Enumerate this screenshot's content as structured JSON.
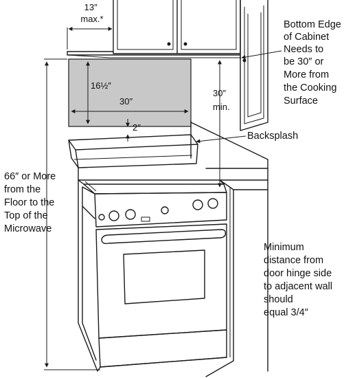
{
  "labels": {
    "top_clearance": [
      "13″",
      "max.*"
    ],
    "backsplash_panel_height": "16½″",
    "backsplash_panel_width": "30″",
    "gap": "2″",
    "cabinet_clearance": [
      "30″",
      "min."
    ],
    "cabinet_note": [
      "Bottom Edge",
      "of Cabinet",
      "Needs to",
      "be 30″ or",
      "More from",
      "the Cooking",
      "Surface"
    ],
    "backsplash": "Backsplash",
    "floor_note": [
      "66″ or More",
      "from the",
      "Floor to the",
      "Top of the",
      "Microwave"
    ],
    "hinge_note": [
      "Minimum",
      "distance from",
      "door hinge side",
      "to adjacent wall",
      "should",
      "equal 3/4″"
    ]
  },
  "colors": {
    "panel_fill": "#c8c8c8",
    "line": "#1a1a1a"
  }
}
